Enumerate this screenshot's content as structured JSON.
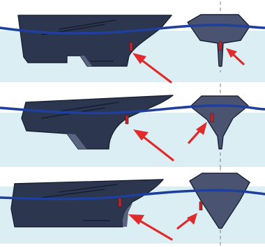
{
  "figure": {
    "colors": {
      "water": "#daeef4",
      "hull": "#2c364f",
      "section": "#4a5471",
      "shade": "#5a647f",
      "outline": "#1a2234",
      "waterline": "#1f3f9c",
      "centerline": "#54657a",
      "marker": "#c0272d",
      "arrow": "#e12a2c"
    },
    "rows": [
      {
        "name": "configuration-1",
        "hull_shape": "straight keel with stepped skeg",
        "section_shape": "narrow fin keel",
        "markers": 2,
        "arrows": 2
      },
      {
        "name": "configuration-2",
        "hull_shape": "deep forefoot with sloped skeg",
        "section_shape": "deep V with spike",
        "markers": 2,
        "arrows": 2
      },
      {
        "name": "configuration-3",
        "hull_shape": "flat bottom with stern skeg",
        "section_shape": "diamond V section",
        "markers": 2,
        "arrows": 2
      }
    ]
  }
}
